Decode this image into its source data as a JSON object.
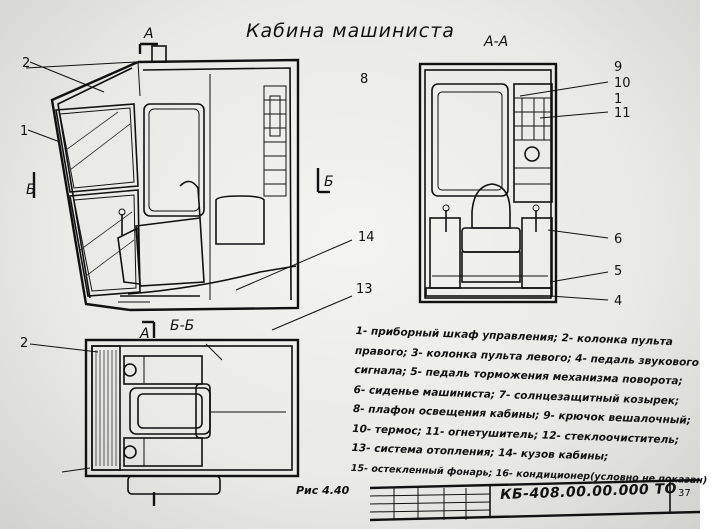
{
  "title": "Кабина машиниста",
  "sections": {
    "aa": "А-А",
    "bb": "Б-Б",
    "a_left": "А",
    "a_mid": "А",
    "b_side": "Б",
    "b_left": "Б"
  },
  "callouts": [
    "8",
    "9",
    "10",
    "1",
    "11",
    "14",
    "6",
    "5",
    "4",
    "13",
    "2",
    "1",
    "2"
  ],
  "legend": [
    "1- приборный шкаф управления; 2- колонка пульта",
    "правого; 3- колонка пульта левого; 4- педаль звукового",
    "сигнала; 5- педаль торможения механизма поворота;",
    "6- сиденье машиниста; 7- солнцезащитный козырек;",
    "8- плафон освещения кабины; 9- крючок вешалочный;",
    "10- термос; 11- огнетушитель; 12- стеклоочиститель;",
    "13- система отопления; 14- кузов кабины;",
    "15- остекленный фонарь; 16- кондиционер(условно не показан)"
  ],
  "figure_label": "Рис 4.40",
  "document_code": "КБ-408.00.00.000 ТО",
  "sheet_page": "37"
}
